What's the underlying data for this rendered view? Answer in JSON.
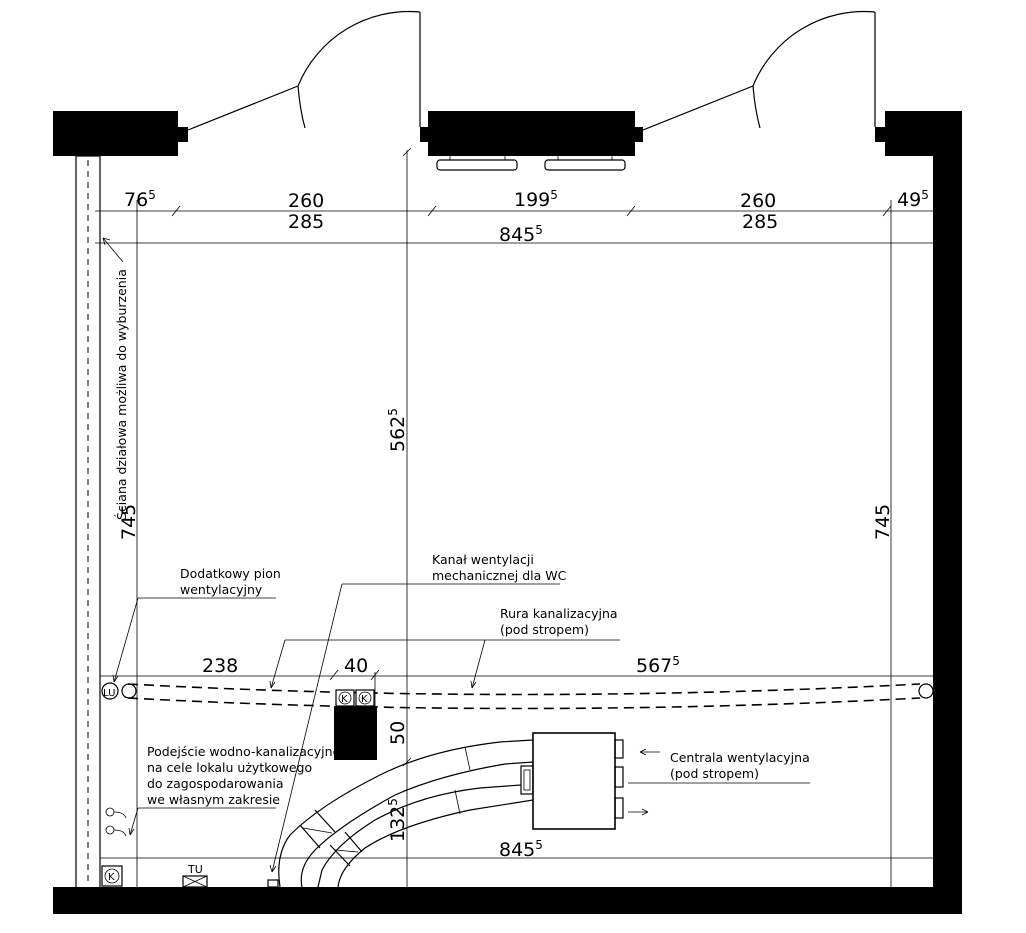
{
  "dimensions": {
    "seg1": "76",
    "seg1_sup": "5",
    "seg2": "260",
    "seg3": "199",
    "seg3_sup": "5",
    "seg4": "260",
    "seg5": "49",
    "seg5_sup": "5",
    "opening_left": "285",
    "opening_right": "285",
    "total_width_top": "845",
    "total_width_top_sup": "5",
    "total_width_bottom": "845",
    "total_width_bottom_sup": "5",
    "height_left": "745",
    "height_right": "745",
    "height_center": "562",
    "height_center_sup": "5",
    "pipe_left": "238",
    "pipe_mid": "40",
    "pipe_right": "567",
    "pipe_right_sup": "5",
    "riser_depth": "50",
    "duct_height": "132",
    "duct_height_sup": "5"
  },
  "labels": {
    "partition_wall": "Ściana działowa możliwa do wyburzenia",
    "extra_riser_l1": "Dodatkowy pion",
    "extra_riser_l2": "wentylacyjny",
    "wc_duct_l1": "Kanał wentylacji",
    "wc_duct_l2": "mechanicznej dla WC",
    "sewer_l1": "Rura kanalizacyjna",
    "sewer_l2": "(pod stropem)",
    "ahu_l1": "Centrala wentylacyjna",
    "ahu_l2": "(pod stropem)",
    "plumbing_l1": "Podejście wodno-kanalizacyjne",
    "plumbing_l2": "na cele lokalu użytkowego",
    "plumbing_l3": "do zagospodarowania",
    "plumbing_l4": "we własnym zakresie",
    "symbol_lu": "LU",
    "symbol_k": "K",
    "symbol_tu": "TU"
  }
}
